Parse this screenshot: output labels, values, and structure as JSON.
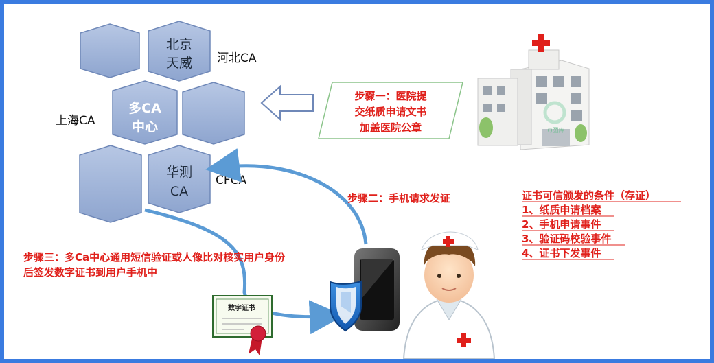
{
  "hexagons": {
    "beijing": "北京",
    "tianwei": "天威",
    "multi_ca_1": "多CA",
    "multi_ca_2": "中心",
    "huace_1": "华测",
    "huace_2": "CA"
  },
  "ca_labels": {
    "hebei": "河北CA",
    "shanghai": "上海CA",
    "cfca": "CFCA"
  },
  "step1": [
    "步骤一：医院提",
    "交纸质申请文书",
    "加盖医院公章"
  ],
  "step2": "步骤二：手机请求发证",
  "step3": [
    "步骤三：多Ca中心通用短信验证或人像比对核实用户身份",
    "后签发数字证书到用户手机中"
  ],
  "conditions": {
    "title": "证书可信颁发的条件（存证）",
    "items": [
      "1、纸质申请档案",
      "2、手机申请事件",
      "3、验证码校验事件",
      "4、证书下发事件"
    ]
  },
  "certificate_text": "数字证书",
  "hospital_sign": "Q图库",
  "colors": {
    "hex_fill": "#9fb3d6",
    "hex_stroke": "#6f88b8",
    "accent_red": "#e0201b",
    "arrow_blue": "#5b9bd5",
    "frame_blue": "#3a7be0"
  }
}
